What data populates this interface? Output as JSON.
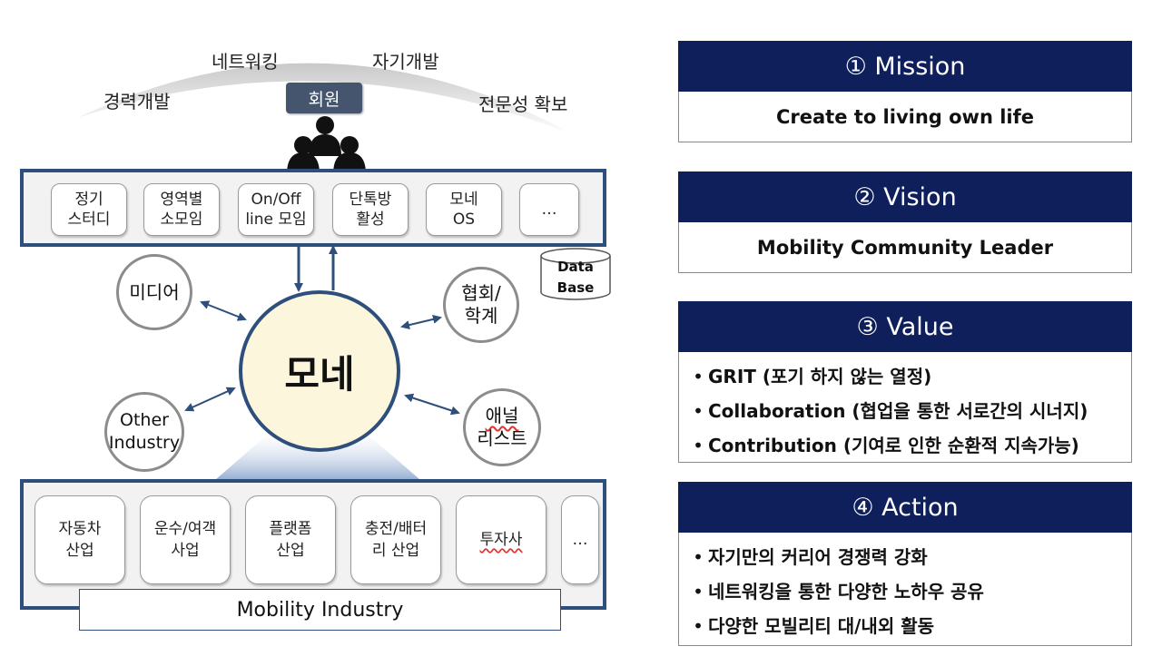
{
  "arc": {
    "labels": [
      "경력개발",
      "네트워킹",
      "자기개발",
      "전문성 확보"
    ],
    "member": "회원"
  },
  "platform": {
    "tiles": [
      "정기\n스터디",
      "영역별\n소모임",
      "On/Off\nline 모임",
      "단톡방\n활성",
      "모네\nOS",
      "…"
    ]
  },
  "database": {
    "label": "Data\nBase"
  },
  "center": {
    "label": "모네"
  },
  "stakeholders": {
    "media": "미디어",
    "association": "협회/\n학계",
    "other": "Other\nIndustry",
    "analyst_line1": "애널",
    "analyst_line2": "리스트"
  },
  "industry": {
    "tiles": [
      "자동차\n산업",
      "운수/여객\n사업",
      "플랫폼\n산업",
      "충전/배터\n리 산업",
      "투자사",
      "…"
    ],
    "label": "Mobility Industry"
  },
  "cards": {
    "mission": {
      "title": "① Mission",
      "text": "Create to living own life"
    },
    "vision": {
      "title": "② Vision",
      "text": "Mobility Community Leader"
    },
    "value": {
      "title": "③ Value",
      "items": [
        "GRIT (포기 하지 않는 열정)",
        "Collaboration (협업을 통한 서로간의 시너지)",
        "Contribution (기여로 인한 순환적 지속가능)"
      ]
    },
    "action": {
      "title": "④ Action",
      "items": [
        "자기만의 커리어 경쟁력 강화",
        "네트워킹을 통한 다양한 노하우 공유",
        "다양한 모빌리티 대/내외 활동"
      ]
    }
  },
  "colors": {
    "navy": "#0e1f5b",
    "panel_border": "#2e4f7c",
    "center_fill": "#fbf6dc"
  }
}
